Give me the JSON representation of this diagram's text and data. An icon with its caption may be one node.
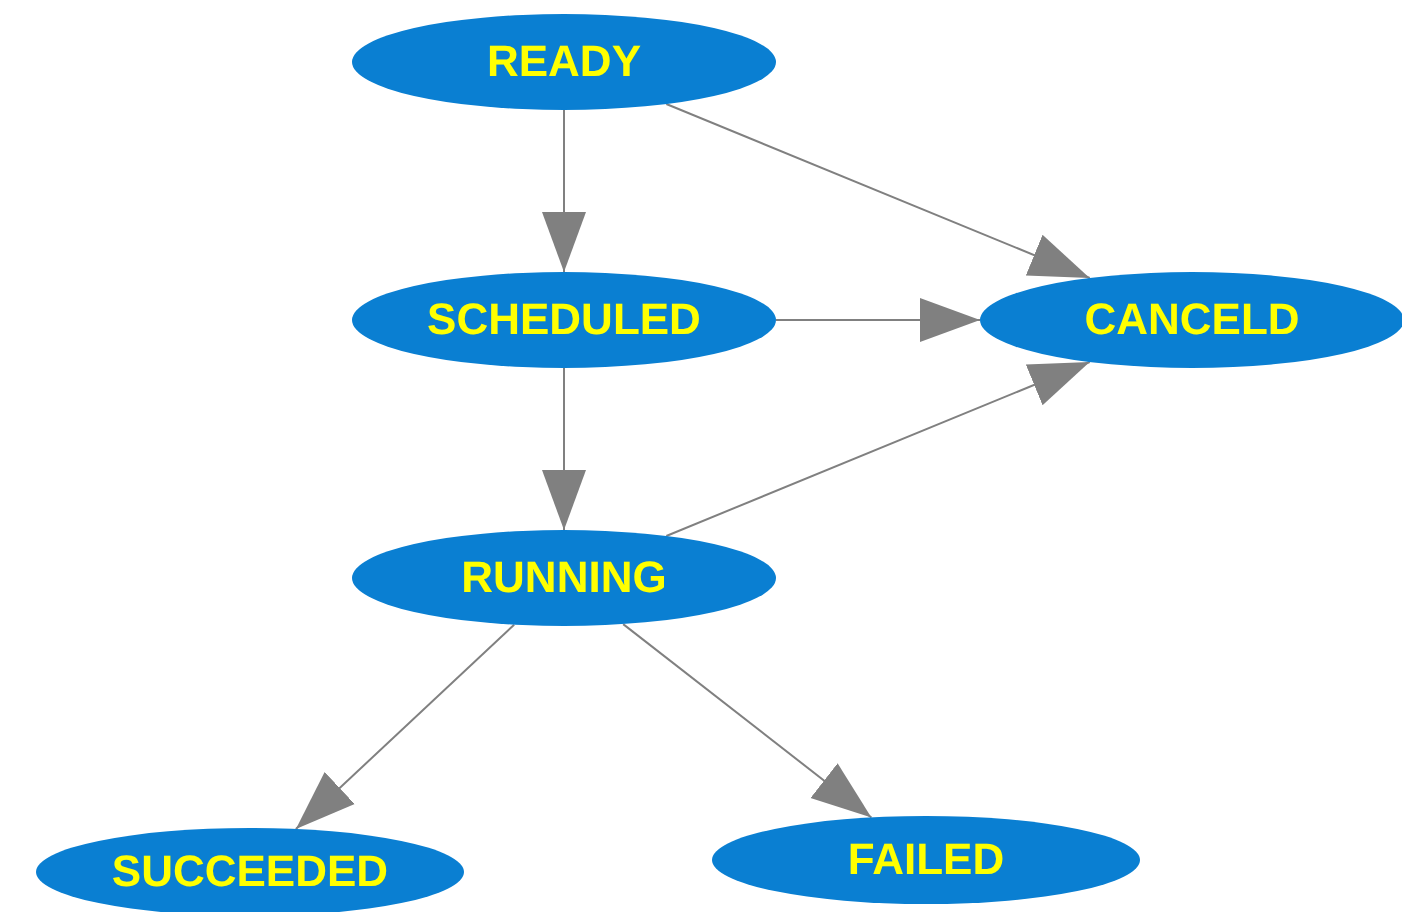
{
  "diagram": {
    "nodes": [
      {
        "text": [
          "READY"
        ]
      },
      {
        "text": [
          "SCHEDULED"
        ]
      },
      {
        "text": [
          "CANCELD"
        ]
      },
      {
        "text": [
          "RUNNING"
        ]
      },
      {
        "text": [
          "SUCCEEDED"
        ]
      },
      {
        "text": [
          "FAILED"
        ]
      }
    ],
    "edges": [
      {
        "from": 0,
        "to": 1,
        "arrow": "to"
      },
      {
        "from": 0,
        "to": 2,
        "arrow": "to"
      },
      {
        "from": 1,
        "to": 2,
        "arrow": "to"
      },
      {
        "from": 1,
        "to": 3,
        "arrow": "to"
      },
      {
        "from": 3,
        "to": 2,
        "arrow": "to"
      },
      {
        "from": 3,
        "to": 4,
        "arrow": "to"
      },
      {
        "from": 3,
        "to": 5,
        "arrow": "to"
      }
    ]
  }
}
